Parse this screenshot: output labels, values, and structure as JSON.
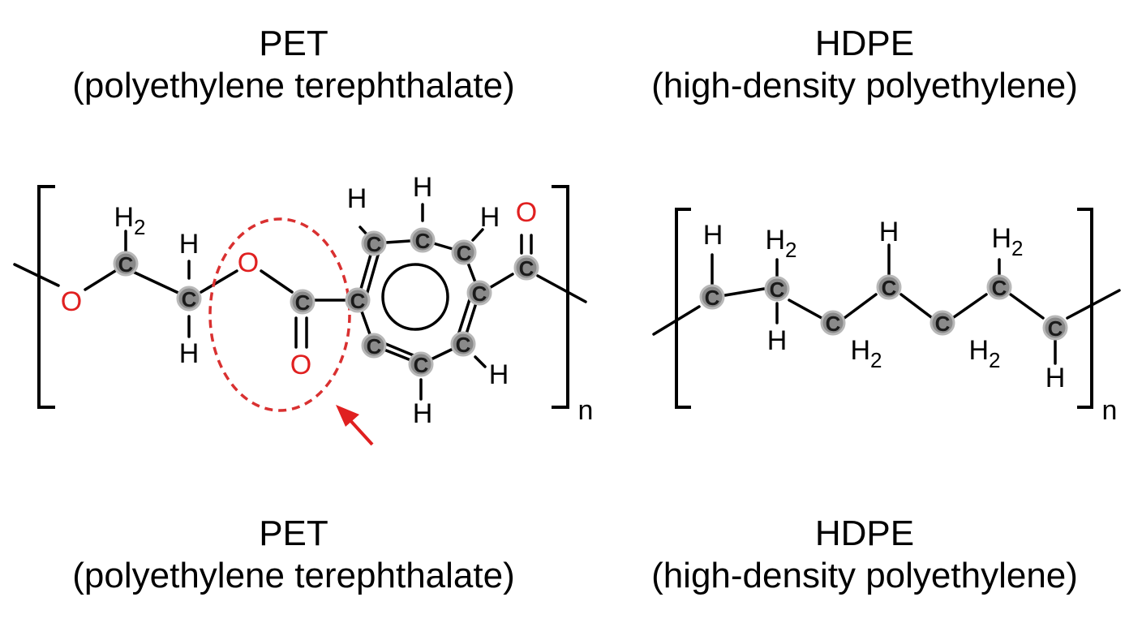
{
  "pet": {
    "name": "PET",
    "full_name": "(polyethylene terephthalate)",
    "repeat_subscript": "n"
  },
  "hdpe": {
    "name": "HDPE",
    "full_name": "(high-density polyethylene)",
    "repeat_subscript": "n"
  },
  "atoms": {
    "carbon": "C",
    "oxygen": "O",
    "hydrogen": "H",
    "h2_base": "H",
    "h2_sub": "2"
  },
  "colors": {
    "oxygen": "#e02020",
    "carbon_fill": "#8a8a8a",
    "carbon_stroke": "#b8b8b8",
    "bond": "#000000",
    "highlight": "#d93030"
  }
}
